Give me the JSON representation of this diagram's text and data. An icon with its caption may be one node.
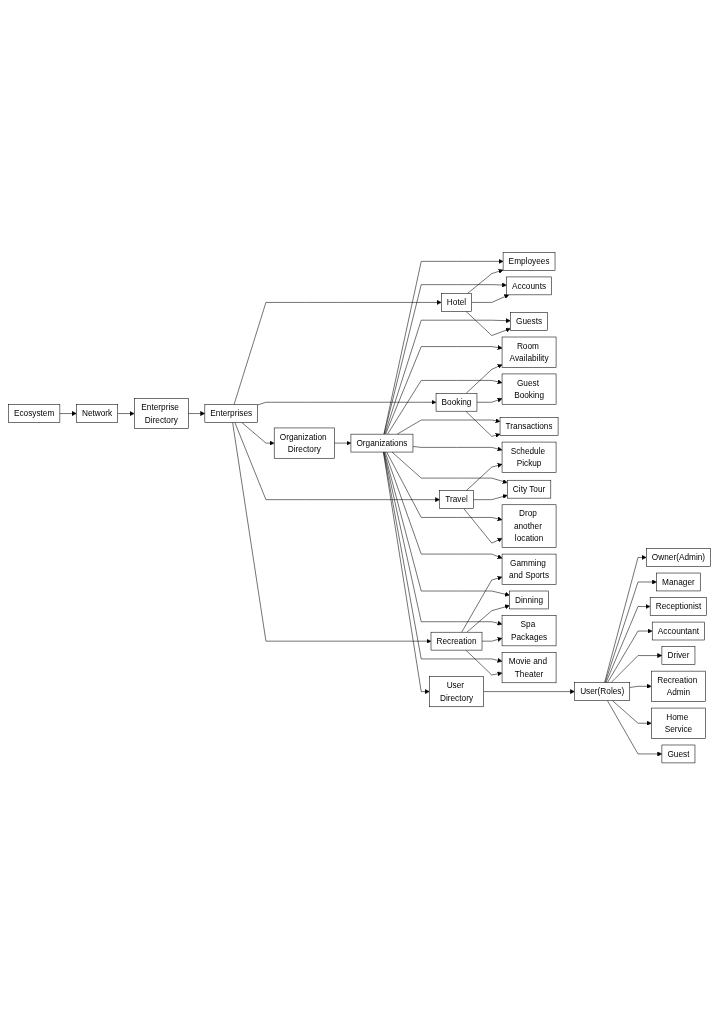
{
  "diagram": {
    "nodes": [
      {
        "text": [
          "Ecosystem"
        ]
      },
      {
        "text": [
          "Network"
        ]
      },
      {
        "text": [
          "Enterprise Directory"
        ]
      },
      {
        "text": [
          "Enterprises"
        ]
      },
      {
        "text": [
          "Organization Directory"
        ]
      },
      {
        "text": [
          "Organizations"
        ]
      },
      {
        "text": [
          "User Directory"
        ]
      },
      {
        "text": [
          "User(Roles)"
        ]
      },
      {
        "text": [
          "Hotel"
        ]
      },
      {
        "text": [
          "Booking"
        ]
      },
      {
        "text": [
          "Travel"
        ]
      },
      {
        "text": [
          "Recreation"
        ]
      },
      {
        "text": [
          "Employees"
        ]
      },
      {
        "text": [
          "Accounts"
        ]
      },
      {
        "text": [
          "Guests"
        ]
      },
      {
        "text": [
          "Room Availability"
        ]
      },
      {
        "text": [
          "Guest Booking"
        ]
      },
      {
        "text": [
          "Transactions"
        ]
      },
      {
        "text": [
          "Schedule Pickup"
        ]
      },
      {
        "text": [
          "City Tour"
        ]
      },
      {
        "text": [
          "Drop another location"
        ]
      },
      {
        "text": [
          "Gamming and Sports"
        ]
      },
      {
        "text": [
          "Dinning"
        ]
      },
      {
        "text": [
          "Spa Packages"
        ]
      },
      {
        "text": [
          "Movie and Theater"
        ]
      },
      {
        "text": [
          "Owner(Admin)"
        ]
      },
      {
        "text": [
          "Manager"
        ]
      },
      {
        "text": [
          "Receptionist"
        ]
      },
      {
        "text": [
          "Accountant"
        ]
      },
      {
        "text": [
          "Driver"
        ]
      },
      {
        "text": [
          "Recreation Admin"
        ]
      },
      {
        "text": [
          "Home Service"
        ]
      },
      {
        "text": [
          "Guest"
        ]
      }
    ],
    "edges": [
      {
        "from": 0,
        "to": 1,
        "arrow": "to"
      },
      {
        "from": 1,
        "to": 2,
        "arrow": "to"
      },
      {
        "from": 2,
        "to": 3,
        "arrow": "to"
      },
      {
        "from": 3,
        "to": 4,
        "arrow": "to"
      },
      {
        "from": 4,
        "to": 5,
        "arrow": "to"
      },
      {
        "from": 5,
        "to": 6,
        "arrow": "to"
      },
      {
        "from": 6,
        "to": 7,
        "arrow": "to"
      },
      {
        "from": 3,
        "to": 8,
        "arrow": "to"
      },
      {
        "from": 3,
        "to": 9,
        "arrow": "to"
      },
      {
        "from": 3,
        "to": 10,
        "arrow": "to"
      },
      {
        "from": 3,
        "to": 11,
        "arrow": "to"
      },
      {
        "from": 8,
        "to": 12,
        "arrow": "to"
      },
      {
        "from": 8,
        "to": 13,
        "arrow": "to"
      },
      {
        "from": 8,
        "to": 14,
        "arrow": "to"
      },
      {
        "from": 9,
        "to": 15,
        "arrow": "to"
      },
      {
        "from": 9,
        "to": 16,
        "arrow": "to"
      },
      {
        "from": 9,
        "to": 17,
        "arrow": "to"
      },
      {
        "from": 10,
        "to": 18,
        "arrow": "to"
      },
      {
        "from": 10,
        "to": 19,
        "arrow": "to"
      },
      {
        "from": 10,
        "to": 20,
        "arrow": "to"
      },
      {
        "from": 11,
        "to": 21,
        "arrow": "to"
      },
      {
        "from": 11,
        "to": 22,
        "arrow": "to"
      },
      {
        "from": 11,
        "to": 23,
        "arrow": "to"
      },
      {
        "from": 11,
        "to": 24,
        "arrow": "to"
      },
      {
        "from": 5,
        "to": 12,
        "arrow": "to"
      },
      {
        "from": 5,
        "to": 13,
        "arrow": "to"
      },
      {
        "from": 5,
        "to": 14,
        "arrow": "to"
      },
      {
        "from": 5,
        "to": 15,
        "arrow": "to"
      },
      {
        "from": 5,
        "to": 16,
        "arrow": "to"
      },
      {
        "from": 5,
        "to": 17,
        "arrow": "to"
      },
      {
        "from": 5,
        "to": 18,
        "arrow": "to"
      },
      {
        "from": 5,
        "to": 19,
        "arrow": "to"
      },
      {
        "from": 5,
        "to": 20,
        "arrow": "to"
      },
      {
        "from": 5,
        "to": 21,
        "arrow": "to"
      },
      {
        "from": 5,
        "to": 22,
        "arrow": "to"
      },
      {
        "from": 5,
        "to": 23,
        "arrow": "to"
      },
      {
        "from": 5,
        "to": 24,
        "arrow": "to"
      },
      {
        "from": 7,
        "to": 25,
        "arrow": "to"
      },
      {
        "from": 7,
        "to": 26,
        "arrow": "to"
      },
      {
        "from": 7,
        "to": 27,
        "arrow": "to"
      },
      {
        "from": 7,
        "to": 28,
        "arrow": "to"
      },
      {
        "from": 7,
        "to": 29,
        "arrow": "to"
      },
      {
        "from": 7,
        "to": 30,
        "arrow": "to"
      },
      {
        "from": 7,
        "to": 31,
        "arrow": "to"
      },
      {
        "from": 7,
        "to": 32,
        "arrow": "to"
      }
    ]
  }
}
